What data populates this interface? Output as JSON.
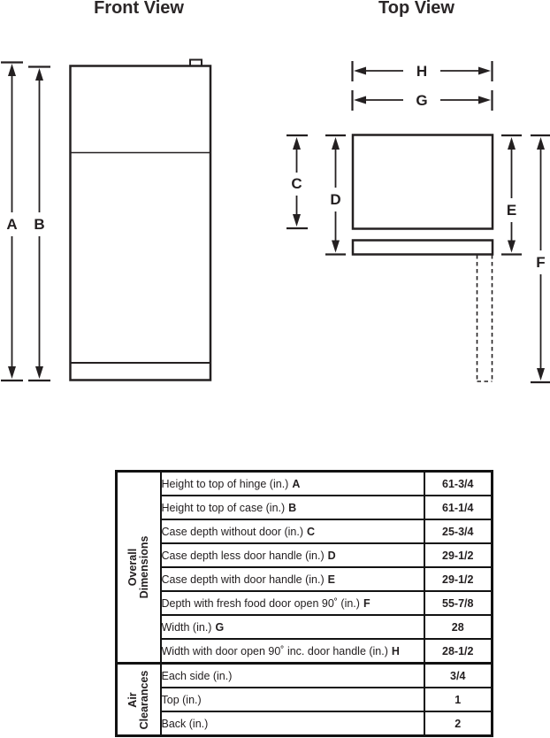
{
  "front_view": {
    "title": "Front View",
    "dim_labels": {
      "A": "A",
      "B": "B"
    }
  },
  "top_view": {
    "title": "Top View",
    "dim_labels": {
      "C": "C",
      "D": "D",
      "E": "E",
      "F": "F",
      "G": "G",
      "H": "H"
    }
  },
  "spec_table": {
    "groups": [
      {
        "label_lines": [
          "Overall",
          "Dimensions"
        ],
        "rows": [
          {
            "label": "Height to top of hinge (in.)",
            "letter": "A",
            "value": "61-3/4"
          },
          {
            "label": "Height to top of case (in.)",
            "letter": "B",
            "value": "61-1/4"
          },
          {
            "label": "Case depth without door (in.)",
            "letter": "C",
            "value": "25-3/4"
          },
          {
            "label": "Case depth less door handle (in.)",
            "letter": "D",
            "value": "29-1/2"
          },
          {
            "label": "Case depth with door handle (in.)",
            "letter": "E",
            "value": "29-1/2"
          },
          {
            "label": "Depth with fresh food door open 90˚ (in.)",
            "letter": "F",
            "value": "55-7/8"
          },
          {
            "label": "Width (in.)",
            "letter": "G",
            "value": "28"
          },
          {
            "label": "Width with door open 90˚ inc. door handle (in.)",
            "letter": "H",
            "value": "28-1/2"
          }
        ]
      },
      {
        "label_lines": [
          "Air",
          "Clearances"
        ],
        "rows": [
          {
            "label": "Each side (in.)",
            "letter": "",
            "value": "3/4"
          },
          {
            "label": "Top (in.)",
            "letter": "",
            "value": "1"
          },
          {
            "label": "Back (in.)",
            "letter": "",
            "value": "2"
          }
        ]
      }
    ]
  },
  "line_color": "#242021"
}
